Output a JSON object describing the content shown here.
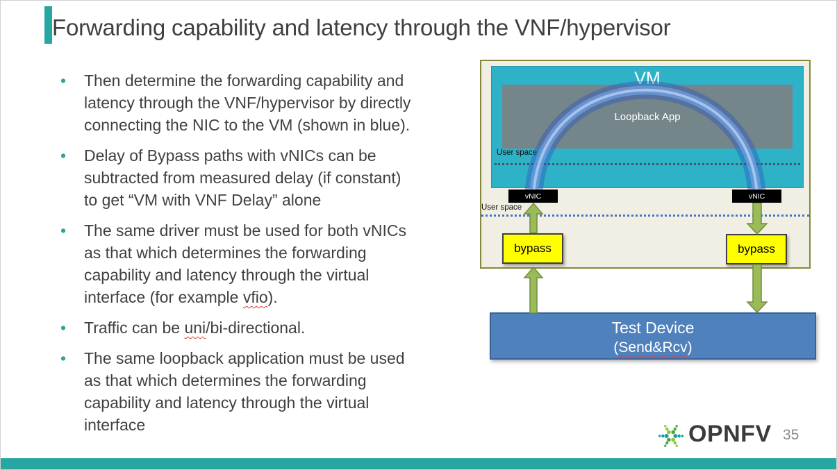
{
  "slide": {
    "title": "Forwarding capability and latency through the VNF/hypervisor",
    "bullet_char": "•"
  },
  "bullets": [
    {
      "text": "Then determine the forwarding capability and latency through the VNF/hypervisor by directly connecting the NIC to the VM (shown in blue)."
    },
    {
      "text": "Delay of Bypass paths with vNICs can be subtracted from measured delay (if constant) to get “VM with VNF Delay” alone"
    },
    {
      "pre": "The same driver must be used for both vNICs as that which determines the forwarding capability and latency through the virtual interface (for example ",
      "word": "vfio",
      "post": ")."
    },
    {
      "pre": "Traffic can be ",
      "word": "uni",
      "post": "/bi-directional."
    },
    {
      "text": "The same loopback application must be used as that which determines the forwarding capability and latency through the virtual interface"
    }
  ],
  "diagram": {
    "vm_label": "VM",
    "loopback_label": "Loopback App",
    "vm_user_space_label": "User space",
    "host_user_space_label": "User space",
    "vnic_left": "vNIC",
    "vnic_right": "vNIC",
    "bypass_left": "bypass",
    "bypass_right": "bypass",
    "test_device_line1": "Test Device",
    "test_device_line2_open": "(",
    "test_device_line2_word": "Send&Rcv",
    "test_device_line2_close": ")"
  },
  "footer": {
    "logo_text": "OPNFV",
    "page_number": "35"
  },
  "colors": {
    "accent_teal": "#27a7a2",
    "vm_fill": "#2eb2c8",
    "loopback_fill": "#75868b",
    "host_fill": "#f1efe3",
    "host_border": "#85883b",
    "bypass_fill": "#ffff00",
    "test_device_fill": "#4f81bd",
    "arrow_green": "#9bbb59",
    "arc_blue": "#4472c4",
    "squiggle_red": "#e03c31"
  }
}
